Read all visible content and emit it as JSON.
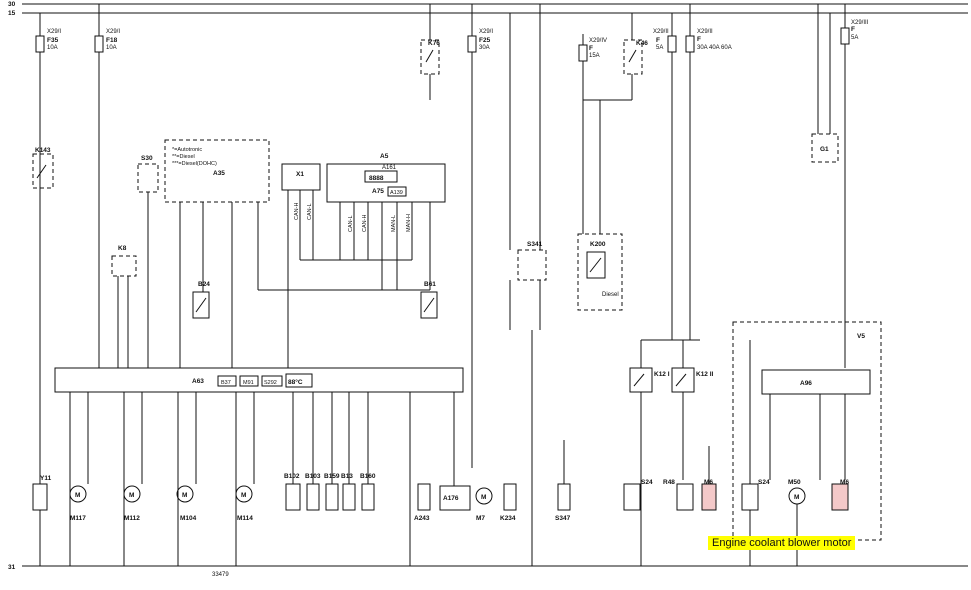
{
  "rails": {
    "top1": "30",
    "top2": "15",
    "bottom": "31"
  },
  "page_number": "33479",
  "fuses": [
    {
      "id": "F35",
      "rating": "10A",
      "connector": "X29/I"
    },
    {
      "id": "F18",
      "rating": "10A",
      "connector": "X29/I"
    },
    {
      "id": "F25",
      "rating": "30A",
      "connector": "X29/I"
    },
    {
      "id": "F",
      "rating": "15A",
      "connector": "X29/IV"
    },
    {
      "id": "F",
      "rating": "5A",
      "connector": "X29/II"
    },
    {
      "id": "F",
      "rating": "30A 40A 60A",
      "connector": "X29/II"
    },
    {
      "id": "F",
      "rating": "5A",
      "connector": "X29/III"
    }
  ],
  "relays": [
    "K76",
    "K46",
    "K143",
    "K8",
    "K200",
    "K12 I",
    "K12 II"
  ],
  "main_modules": {
    "a35": "A35",
    "a35_notes": [
      "*=Autotronic",
      "**=Diesel",
      "***=Diesel(DOHC)"
    ],
    "a63": "A63",
    "a63_badges": [
      "B37",
      "M91",
      "S292"
    ],
    "a63_display": "88°C",
    "a5": "A5",
    "a5_sub": "A161",
    "a5_display": "8888",
    "a75": "A75",
    "a75_badge": "A139",
    "a96": "A96",
    "v5": "V5",
    "x1": "X1",
    "s30": "S30",
    "g1": "G1",
    "b24": "B24",
    "b61": "B61",
    "s341": "S341",
    "diesel": "Diesel"
  },
  "can_labels": [
    "CAN-H",
    "CAN-L",
    "CAN-L",
    "CAN-H",
    "MAN-L",
    "MAN-H"
  ],
  "bottom_components": [
    "Y11",
    "M117",
    "M112",
    "M104",
    "M114",
    "B102",
    "B103",
    "B159",
    "B13",
    "B160",
    "A243",
    "A176",
    "M7",
    "K234",
    "S347",
    "S24",
    "R48",
    "M6",
    "S24",
    "M50",
    "M6"
  ],
  "callout": "Engine coolant blower motor"
}
